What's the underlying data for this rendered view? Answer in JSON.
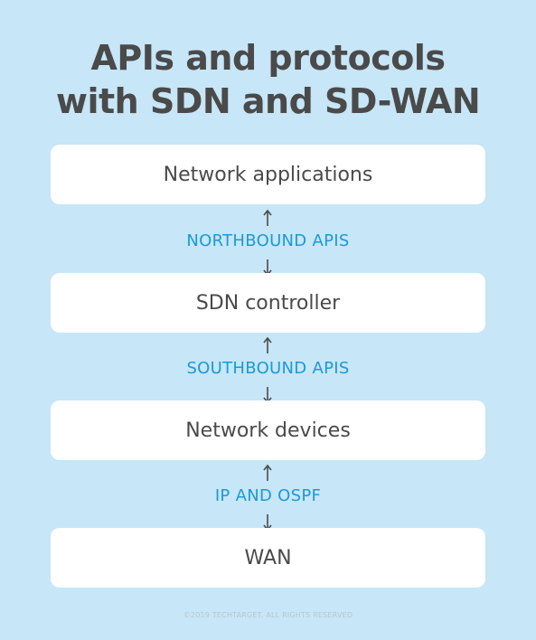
{
  "title": {
    "line1": "APIs and protocols",
    "line2": "with SDN and SD-WAN"
  },
  "layers": [
    {
      "label": "Network applications"
    },
    {
      "label": "SDN controller"
    },
    {
      "label": "Network devices"
    },
    {
      "label": "WAN"
    }
  ],
  "connectors": [
    {
      "label": "NORTHBOUND APIS"
    },
    {
      "label": "SOUTHBOUND APIS"
    },
    {
      "label": "IP AND OSPF"
    }
  ],
  "footer": "©2019 TECHTARGET. ALL RIGHTS RESERVED",
  "colors": {
    "background": "#c7e6f7",
    "box": "#ffffff",
    "text": "#4a4a4a",
    "connector_label": "#1a9ad6",
    "arrow": "#4a4a4a"
  },
  "icons": [
    "up-arrow-icon",
    "down-arrow-icon"
  ]
}
